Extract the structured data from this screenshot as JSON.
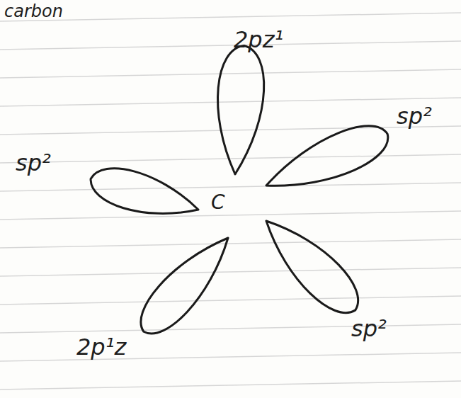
{
  "diagram": {
    "labels": [
      "carbon",
      "2pz¹",
      "sp²",
      "sp²",
      "sp²",
      "2p¹z",
      "C"
    ]
  }
}
